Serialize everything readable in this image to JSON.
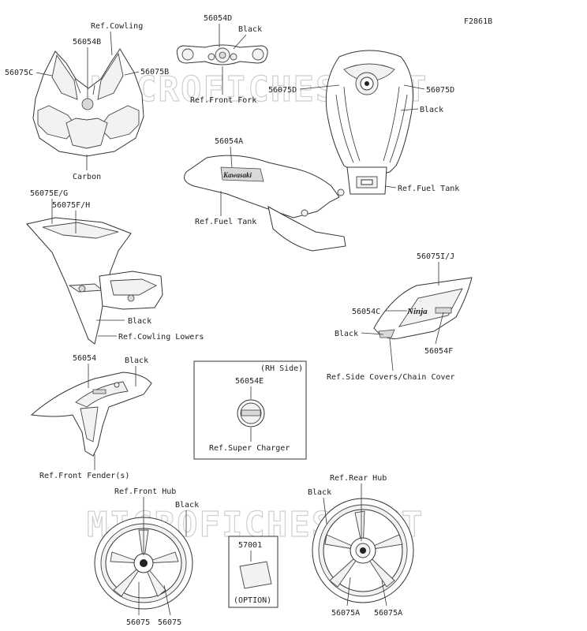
{
  "figure_id": "F2861B",
  "watermarks": [
    "MICROFICHES.NET",
    "MICROFICHES.NET"
  ],
  "labels": {
    "cowling_ref": "Ref.Cowling",
    "cowling_center": "56054B",
    "cowling_left": "56075C",
    "cowling_right": "56075B",
    "cowling_bottom": "Carbon",
    "fork_part": "56054D",
    "fork_black": "Black",
    "fork_ref": "Ref.Front Fork",
    "tank_left": "56075D",
    "tank_right": "56075D",
    "tank_black": "Black",
    "tank_ref": "Ref.Fuel Tank",
    "tankside_part": "56054A",
    "tankside_ref": "Ref.Fuel Tank",
    "lower_eg": "56075E/G",
    "lower_fh": "56075F/H",
    "lower_black": "Black",
    "lower_ref": "Ref.Cowling Lowers",
    "side_ij": "56075I/J",
    "side_c": "56054C",
    "side_black": "Black",
    "side_f": "56054F",
    "side_ref": "Ref.Side Covers/Chain Cover",
    "fender_part": "56054",
    "fender_black": "Black",
    "fender_ref": "Ref.Front Fender(s)",
    "sc_side": "(RH Side)",
    "sc_part": "56054E",
    "sc_ref": "Ref.Super Charger",
    "fhub_ref": "Ref.Front Hub",
    "fhub_black": "Black",
    "fhub_left": "56075",
    "fhub_right": "56075",
    "opt_part": "57001",
    "opt_text": "(OPTION)",
    "rhub_ref": "Ref.Rear Hub",
    "rhub_black": "Black",
    "rhub_left": "56075A",
    "rhub_right": "56075A",
    "tank_brand": "Kawasaki",
    "side_brand": "Ninja"
  }
}
